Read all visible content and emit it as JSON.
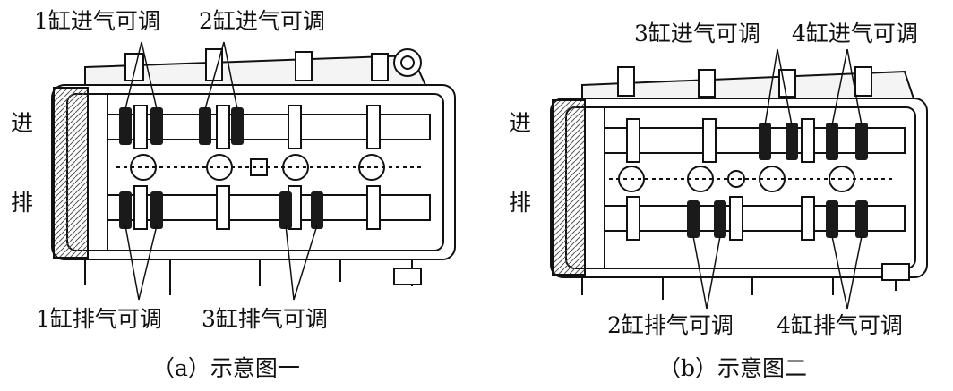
{
  "figure_a": {
    "label_intake": "进",
    "label_exhaust": "排",
    "callouts": [
      "1缸进气可调",
      "2缸进气可调",
      "1缸排气可调",
      "3缸排气可调"
    ],
    "caption": "（a）示意图一"
  },
  "figure_b": {
    "label_intake": "进",
    "label_exhaust": "排",
    "callouts": [
      "3缸进气可调",
      "4缸进气可调",
      "2缸排气可调",
      "4缸排气可调"
    ],
    "caption": "（b）示意图二"
  },
  "colors": {
    "line": "#111111",
    "highlight": "#1a1a1a",
    "background": "#ffffff"
  }
}
